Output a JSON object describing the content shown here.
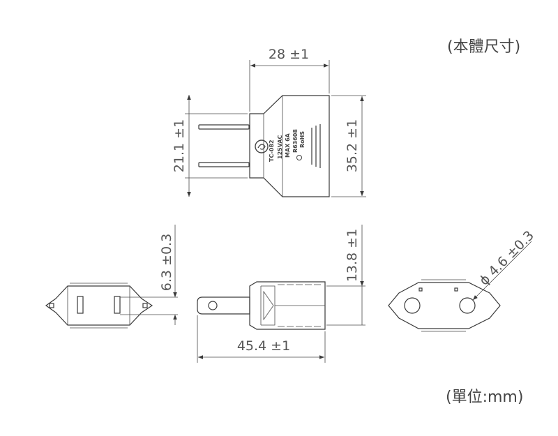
{
  "notes": {
    "body_dimensions": "(本體尺寸)",
    "unit": "(單位:mm)"
  },
  "dimensions": {
    "width": "28 ±1",
    "pin_spacing": "21.1 ±1",
    "body_height": "35.2 ±1",
    "prong_offset": "6.3 ±0.3",
    "thickness": "13.8 ±1",
    "total_length": "45.4 ±1",
    "hole_diameter": "ϕ 4.6 ±0.3"
  },
  "markings": {
    "model": "TC-082",
    "voltage": "125VAC",
    "current": "MAX 6A",
    "standard": "R63608",
    "compliance": "RoHS"
  },
  "colors": {
    "line": "#3a3a3a",
    "text": "#555555"
  }
}
